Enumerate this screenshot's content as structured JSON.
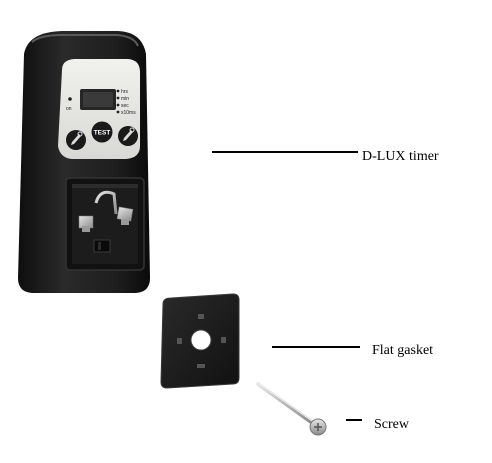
{
  "labels": {
    "timer": "D-LUX timer",
    "gasket": "Flat gasket",
    "screw": "Screw"
  },
  "panel": {
    "on_label": "on",
    "test_button": "TEST",
    "indicators": [
      "hrs",
      "min",
      "sec",
      "x10ms"
    ]
  },
  "colors": {
    "housing": "#1d1d1d",
    "faceplate": "#e6e6e2",
    "display": "#262626",
    "metal": "#b5b5b5",
    "line": "#000000"
  }
}
